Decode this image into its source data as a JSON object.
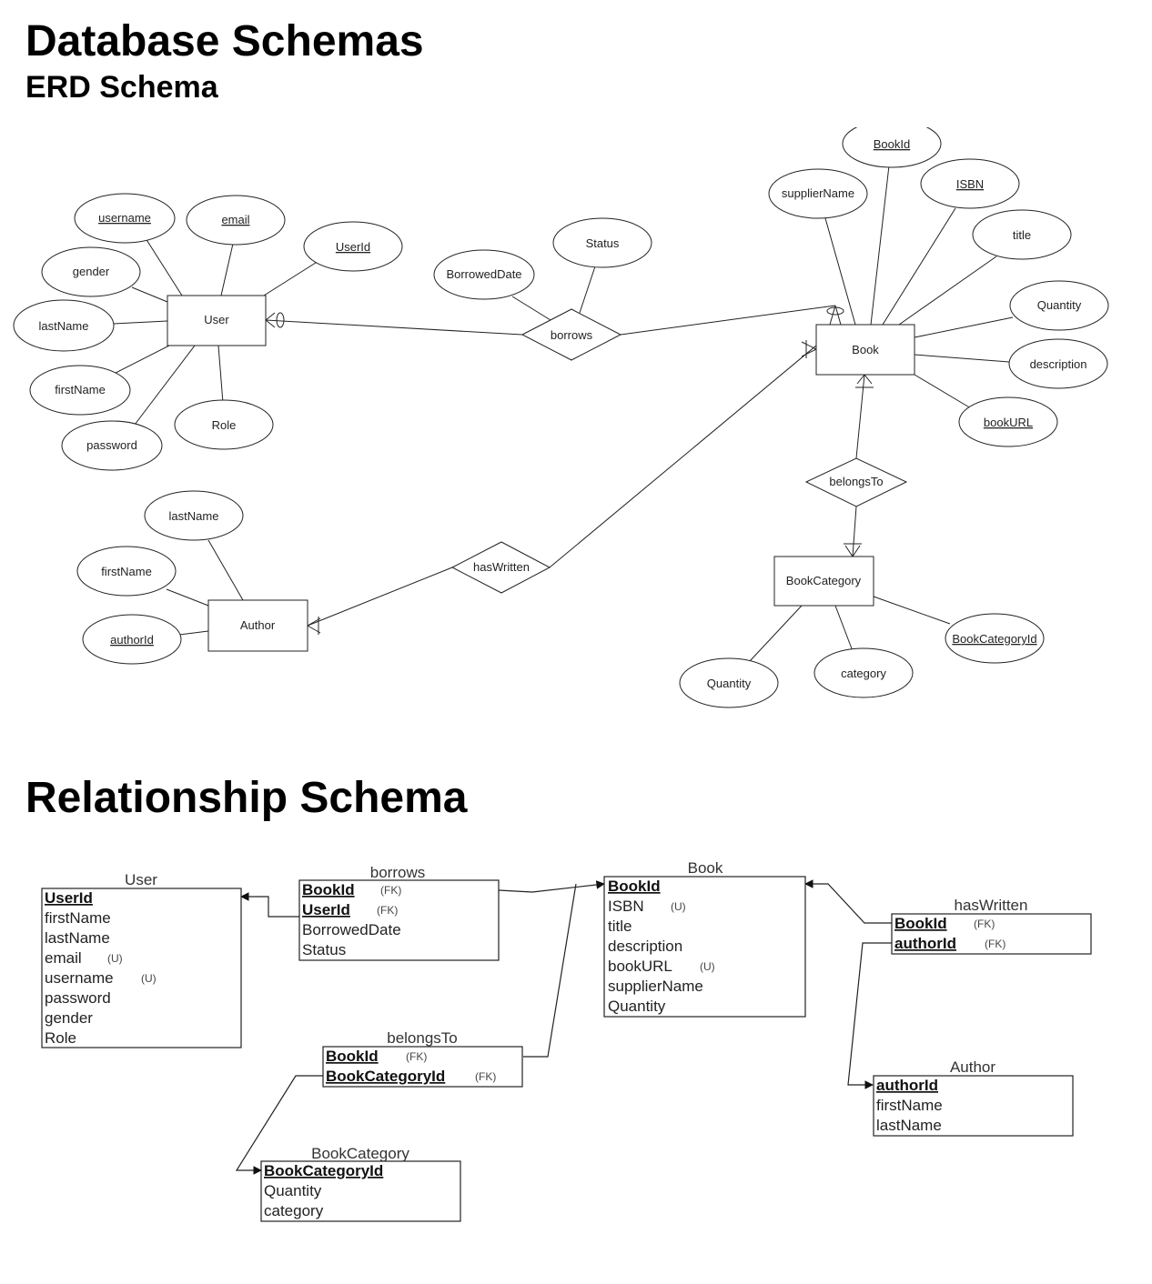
{
  "page": {
    "title": "Database Schemas",
    "erd_heading": "ERD Schema",
    "relationship_heading": "Relationship Schema"
  },
  "colors": {
    "line": "#222222",
    "text": "#222222",
    "background": "#ffffff"
  },
  "erd": {
    "entities": {
      "user": "User",
      "book": "Book",
      "author": "Author",
      "book_category": "BookCategory"
    },
    "relationships": {
      "borrows": "borrows",
      "has_written": "hasWritten",
      "belongs_to": "belongsTo"
    },
    "attributes": {
      "user_username": "username",
      "user_email": "email",
      "user_userid": "UserId",
      "user_gender": "gender",
      "user_lastname": "lastName",
      "user_firstname": "firstName",
      "user_password": "password",
      "user_role": "Role",
      "borrows_borroweddate": "BorrowedDate",
      "borrows_status": "Status",
      "book_bookid": "BookId",
      "book_suppliername": "supplierName",
      "book_isbn": "ISBN",
      "book_title": "title",
      "book_quantity": "Quantity",
      "book_description": "description",
      "book_bookurl": "bookURL",
      "author_lastname": "lastName",
      "author_firstname": "firstName",
      "author_authorid": "authorId",
      "category_id": "BookCategoryId",
      "category_quantity": "Quantity",
      "category_category": "category"
    }
  },
  "relational": {
    "user": {
      "title": "User",
      "pk": "UserId",
      "fields": [
        "firstName",
        "lastName",
        "email",
        "username",
        "password",
        "gender",
        "Role"
      ],
      "unique_tag": "(U)"
    },
    "borrows": {
      "title": "borrows",
      "keys": [
        "BookId",
        "UserId"
      ],
      "fields": [
        "BorrowedDate",
        "Status"
      ],
      "fk_tag": "(FK)"
    },
    "book": {
      "title": "Book",
      "pk": "BookId",
      "fields": [
        "ISBN",
        "title",
        "description",
        "bookURL",
        "supplierName",
        "Quantity"
      ],
      "unique_tag": "(U)"
    },
    "has_written": {
      "title": "hasWritten",
      "keys": [
        "BookId",
        "authorId"
      ],
      "fk_tag": "(FK)"
    },
    "belongs_to": {
      "title": "belongsTo",
      "keys": [
        "BookId",
        "BookCategoryId"
      ],
      "fk_tag": "(FK)"
    },
    "author": {
      "title": "Author",
      "pk": "authorId",
      "fields": [
        "firstName",
        "lastName"
      ]
    },
    "book_category": {
      "title": "BookCategory",
      "pk": "BookCategoryId",
      "fields": [
        "Quantity",
        "category"
      ]
    }
  }
}
